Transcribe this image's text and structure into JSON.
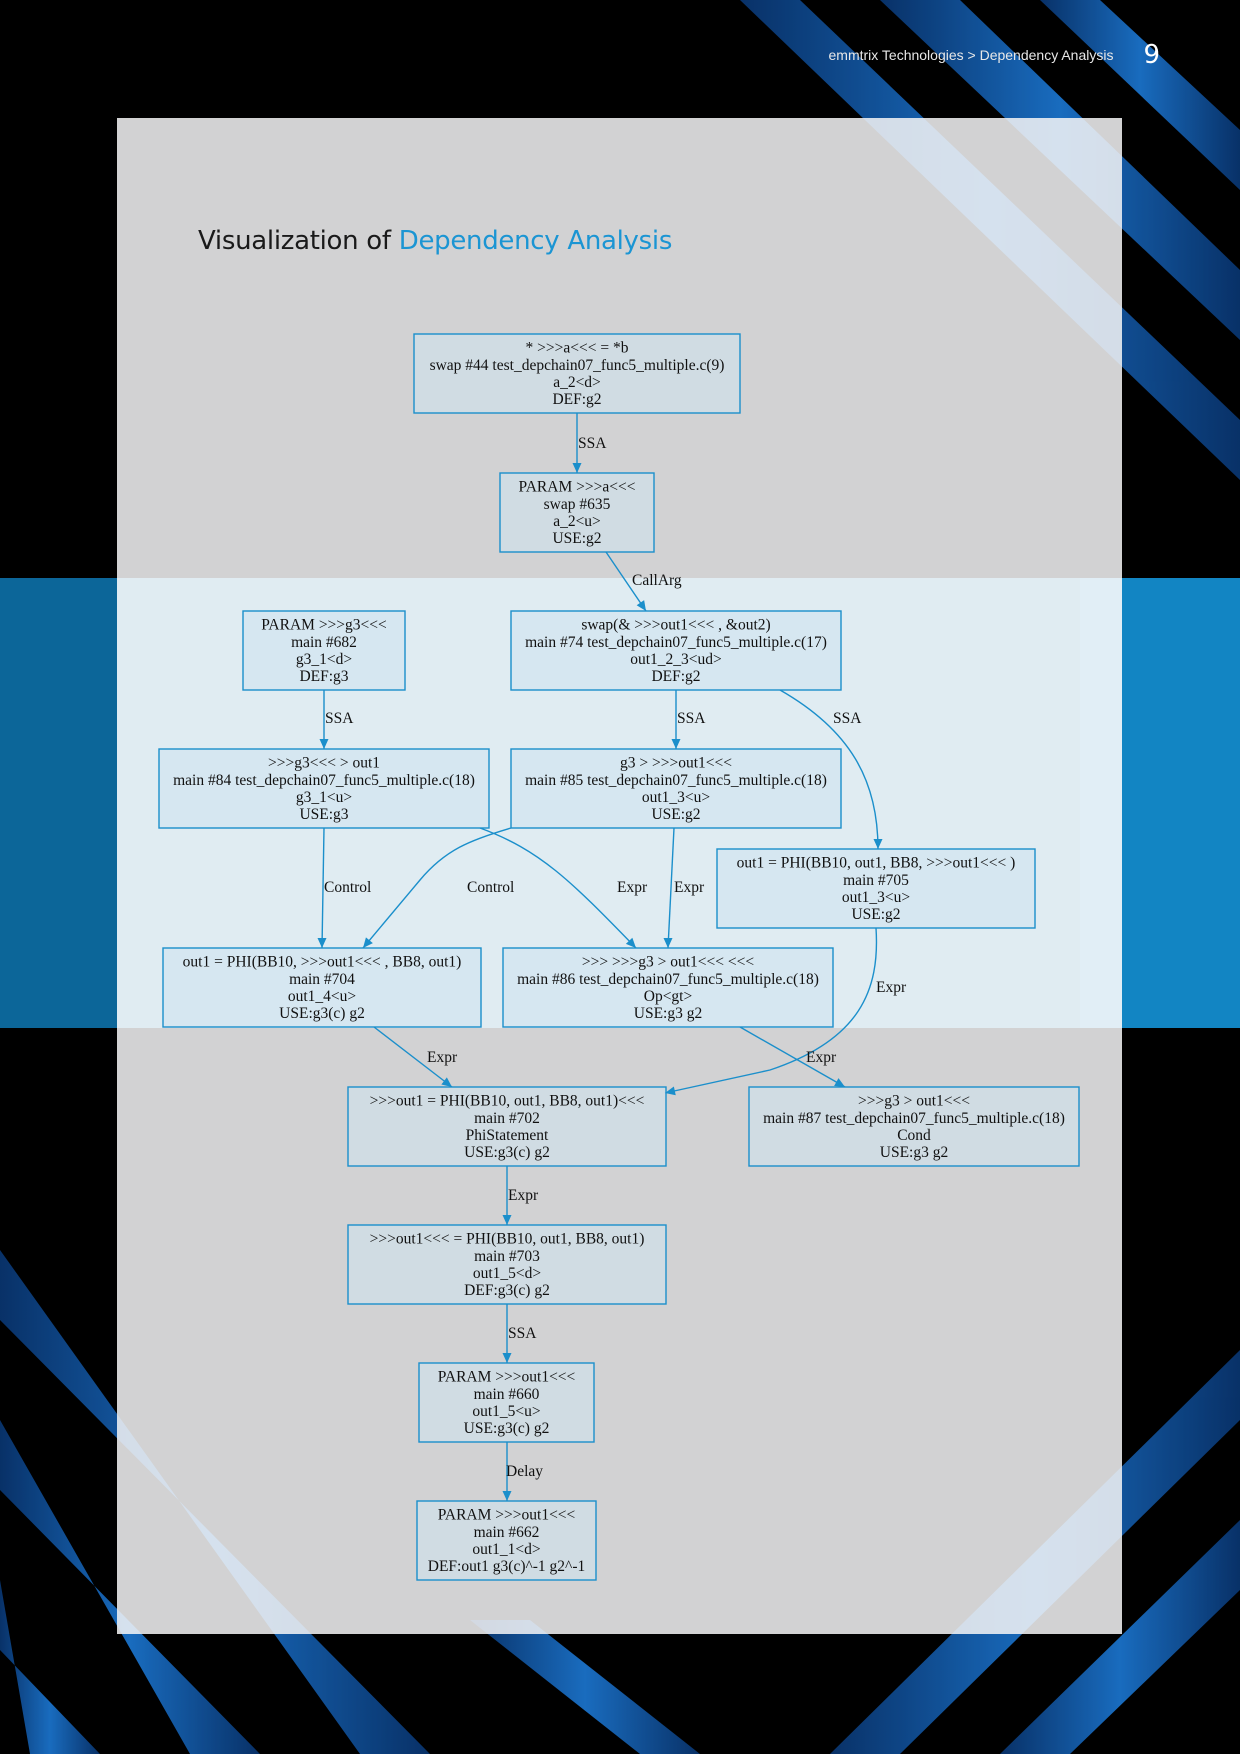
{
  "header": {
    "breadcrumb": "emmtrix Technologies > Dependency Analysis",
    "page_number": "9"
  },
  "title": {
    "prefix": "Visualization of ",
    "highlight": "Dependency Analysis"
  },
  "colors": {
    "accent": "#1b95d3",
    "node_border": "#1b8fcb",
    "background": "#000000"
  },
  "graph": {
    "nodes": [
      {
        "id": "n44",
        "lines": [
          "* >>>a<<<    = *b",
          "swap #44 test_depchain07_func5_multiple.c(9)",
          "a_2<d>",
          "DEF:g2"
        ]
      },
      {
        "id": "n635",
        "lines": [
          "PARAM    >>>a<<<",
          "swap #635",
          "a_2<u>",
          "USE:g2"
        ]
      },
      {
        "id": "n682",
        "lines": [
          "PARAM    >>>g3<<<",
          "main #682",
          "g3_1<d>",
          "DEF:g3"
        ]
      },
      {
        "id": "n74",
        "lines": [
          "swap(& >>>out1<<< , &out2)",
          "main #74 test_depchain07_func5_multiple.c(17)",
          "out1_2_3<ud>",
          "DEF:g2"
        ]
      },
      {
        "id": "n84",
        "lines": [
          ">>>g3<<<    > out1",
          "main #84 test_depchain07_func5_multiple.c(18)",
          "g3_1<u>",
          "USE:g3"
        ]
      },
      {
        "id": "n85",
        "lines": [
          "g3 >    >>>out1<<<",
          "main #85 test_depchain07_func5_multiple.c(18)",
          "out1_3<u>",
          "USE:g2"
        ]
      },
      {
        "id": "n705",
        "lines": [
          "out1 = PHI(BB10, out1, BB8,    >>>out1<<< )",
          "main #705",
          "out1_3<u>",
          "USE:g2"
        ]
      },
      {
        "id": "n704",
        "lines": [
          "out1 = PHI(BB10,    >>>out1<<< , BB8, out1)",
          "main #704",
          "out1_4<u>",
          "USE:g3(c) g2"
        ]
      },
      {
        "id": "n86",
        "lines": [
          ">>> >>>g3 > out1<<< <<<",
          "main #86 test_depchain07_func5_multiple.c(18)",
          "Op<gt>",
          "USE:g3 g2"
        ]
      },
      {
        "id": "n702",
        "lines": [
          ">>>out1 = PHI(BB10, out1, BB8, out1)<<<",
          "main #702",
          "PhiStatement",
          "USE:g3(c) g2"
        ]
      },
      {
        "id": "n87",
        "lines": [
          ">>>g3 > out1<<<",
          "main #87 test_depchain07_func5_multiple.c(18)",
          "Cond",
          "USE:g3 g2"
        ]
      },
      {
        "id": "n703",
        "lines": [
          ">>>out1<<<    = PHI(BB10, out1, BB8, out1)",
          "main #703",
          "out1_5<d>",
          "DEF:g3(c) g2"
        ]
      },
      {
        "id": "n660",
        "lines": [
          "PARAM    >>>out1<<<",
          "main #660",
          "out1_5<u>",
          "USE:g3(c) g2"
        ]
      },
      {
        "id": "n662",
        "lines": [
          "PARAM    >>>out1<<<",
          "main #662",
          "out1_1<d>",
          "DEF:out1 g3(c)^-1 g2^-1"
        ]
      }
    ],
    "edges": [
      {
        "from": "n44",
        "to": "n635",
        "label": "SSA"
      },
      {
        "from": "n635",
        "to": "n74",
        "label": "CallArg"
      },
      {
        "from": "n682",
        "to": "n84",
        "label": "SSA"
      },
      {
        "from": "n74",
        "to": "n85",
        "label": "SSA"
      },
      {
        "from": "n74",
        "to": "n705",
        "label": "SSA"
      },
      {
        "from": "n84",
        "to": "n704",
        "label": "Control"
      },
      {
        "from": "n85",
        "to": "n704",
        "label": "Control"
      },
      {
        "from": "n84",
        "to": "n86",
        "label": "Expr"
      },
      {
        "from": "n85",
        "to": "n86",
        "label": "Expr"
      },
      {
        "from": "n705",
        "to": "n702",
        "label": "Expr"
      },
      {
        "from": "n704",
        "to": "n702",
        "label": "Expr"
      },
      {
        "from": "n86",
        "to": "n87",
        "label": "Expr"
      },
      {
        "from": "n702",
        "to": "n703",
        "label": "Expr"
      },
      {
        "from": "n703",
        "to": "n660",
        "label": "SSA"
      },
      {
        "from": "n660",
        "to": "n662",
        "label": "Delay"
      }
    ]
  }
}
